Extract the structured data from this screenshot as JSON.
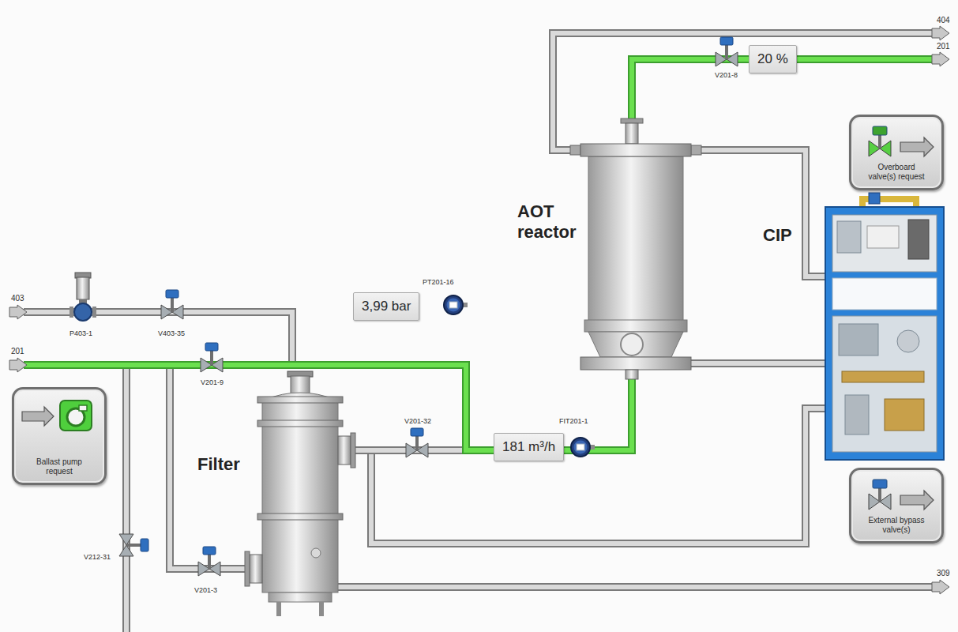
{
  "diagram": {
    "nodes": [
      {
        "text": [
          "20 %"
        ]
      },
      {
        "text": [
          "Overboard valve(s) request"
        ]
      },
      {
        "text": [
          "3,99 bar"
        ]
      },
      {
        "text": [
          "Ballast pump request"
        ]
      },
      {
        "text": [
          "181 m³/h"
        ]
      },
      {
        "text": [
          "External bypass valve(s)"
        ]
      }
    ],
    "labels": [
      "404",
      "201",
      "V201-8",
      "AOT reactor",
      "CIP",
      "PT201-16",
      "403",
      "P403-1",
      "V403-35",
      "201",
      "V201-9",
      "V201-32",
      "FIT201-1",
      "Filter",
      "V212-31",
      "V201-3",
      "309"
    ]
  }
}
